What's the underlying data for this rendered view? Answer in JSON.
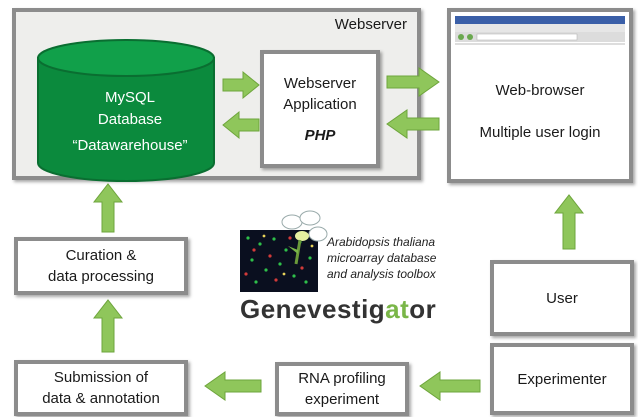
{
  "webserver": {
    "label": "Webserver"
  },
  "database": {
    "line1": "MySQL",
    "line2": "Database",
    "line3": "“Datawarehouse”"
  },
  "application": {
    "line1": "Webserver",
    "line2": "Application",
    "line3": "PHP"
  },
  "browser": {
    "line1": "Web-browser",
    "line2": "Multiple user login"
  },
  "curation": {
    "line1": "Curation &",
    "line2": "data processing"
  },
  "submission": {
    "line1": "Submission of",
    "line2": "data & annotation"
  },
  "rna": {
    "line1": "RNA profiling",
    "line2": "experiment"
  },
  "experimenter": {
    "label": "Experimenter"
  },
  "user": {
    "label": "User"
  },
  "logo": {
    "caption_line1": "Arabidopsis thaliana",
    "caption_line2": "microarray database",
    "caption_line3": "and analysis toolbox",
    "title_part1": "Genevestig",
    "title_part2": "at",
    "title_part3": "or"
  },
  "colors": {
    "database_green": "#0b8a3d",
    "arrow_green": "#8fc65b",
    "logo_accent": "#7ab648"
  }
}
